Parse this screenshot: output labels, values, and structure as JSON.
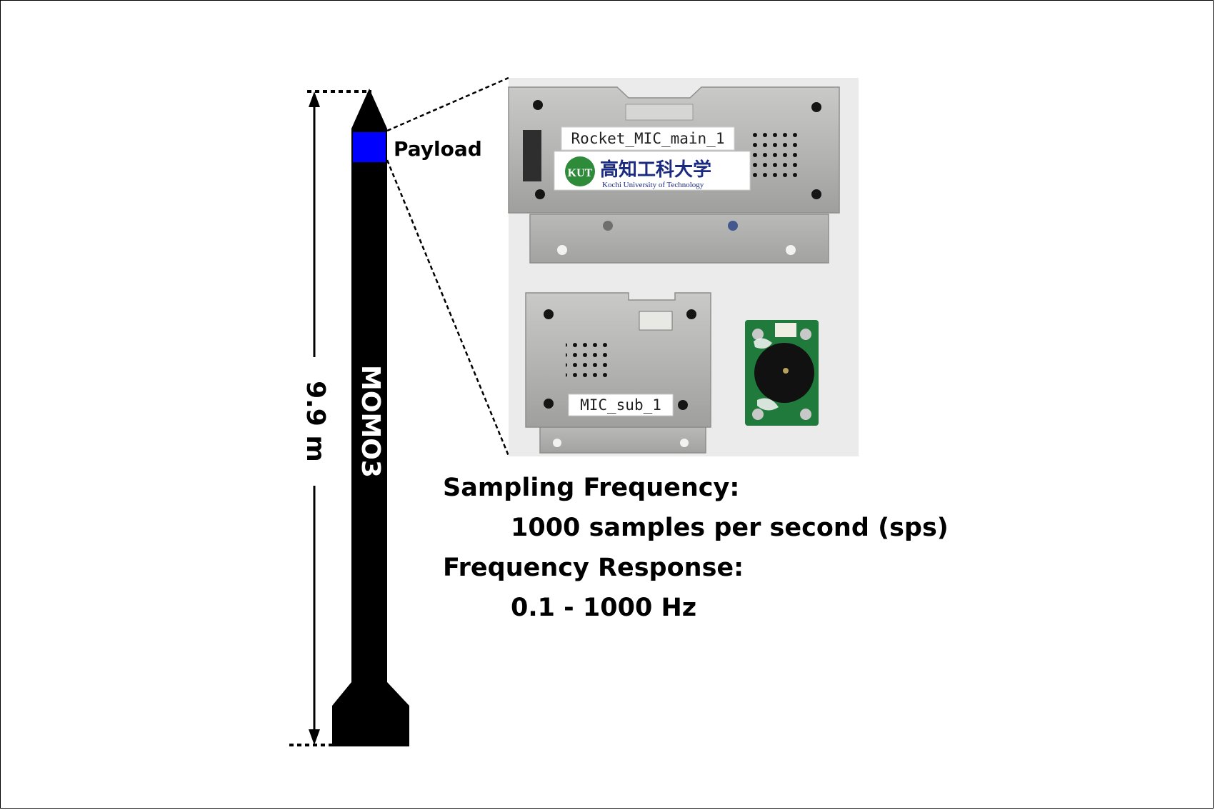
{
  "rocket": {
    "name": "MOMO3",
    "height_label": "9.9 m",
    "payload_label": "Payload",
    "payload_color": "#0000ff",
    "body_color": "#000000"
  },
  "devices": {
    "main_label": "Rocket_MIC_main_1",
    "sub_label": "MIC_sub_1",
    "logo_jp": "高知工科大学",
    "logo_en": "Kochi University of Technology",
    "logo_mark": "KUT"
  },
  "specs": {
    "sampling_title": "Sampling Frequency:",
    "sampling_value": "1000 samples per second (sps)",
    "response_title": "Frequency Response:",
    "response_value": "0.1 - 1000 Hz"
  }
}
